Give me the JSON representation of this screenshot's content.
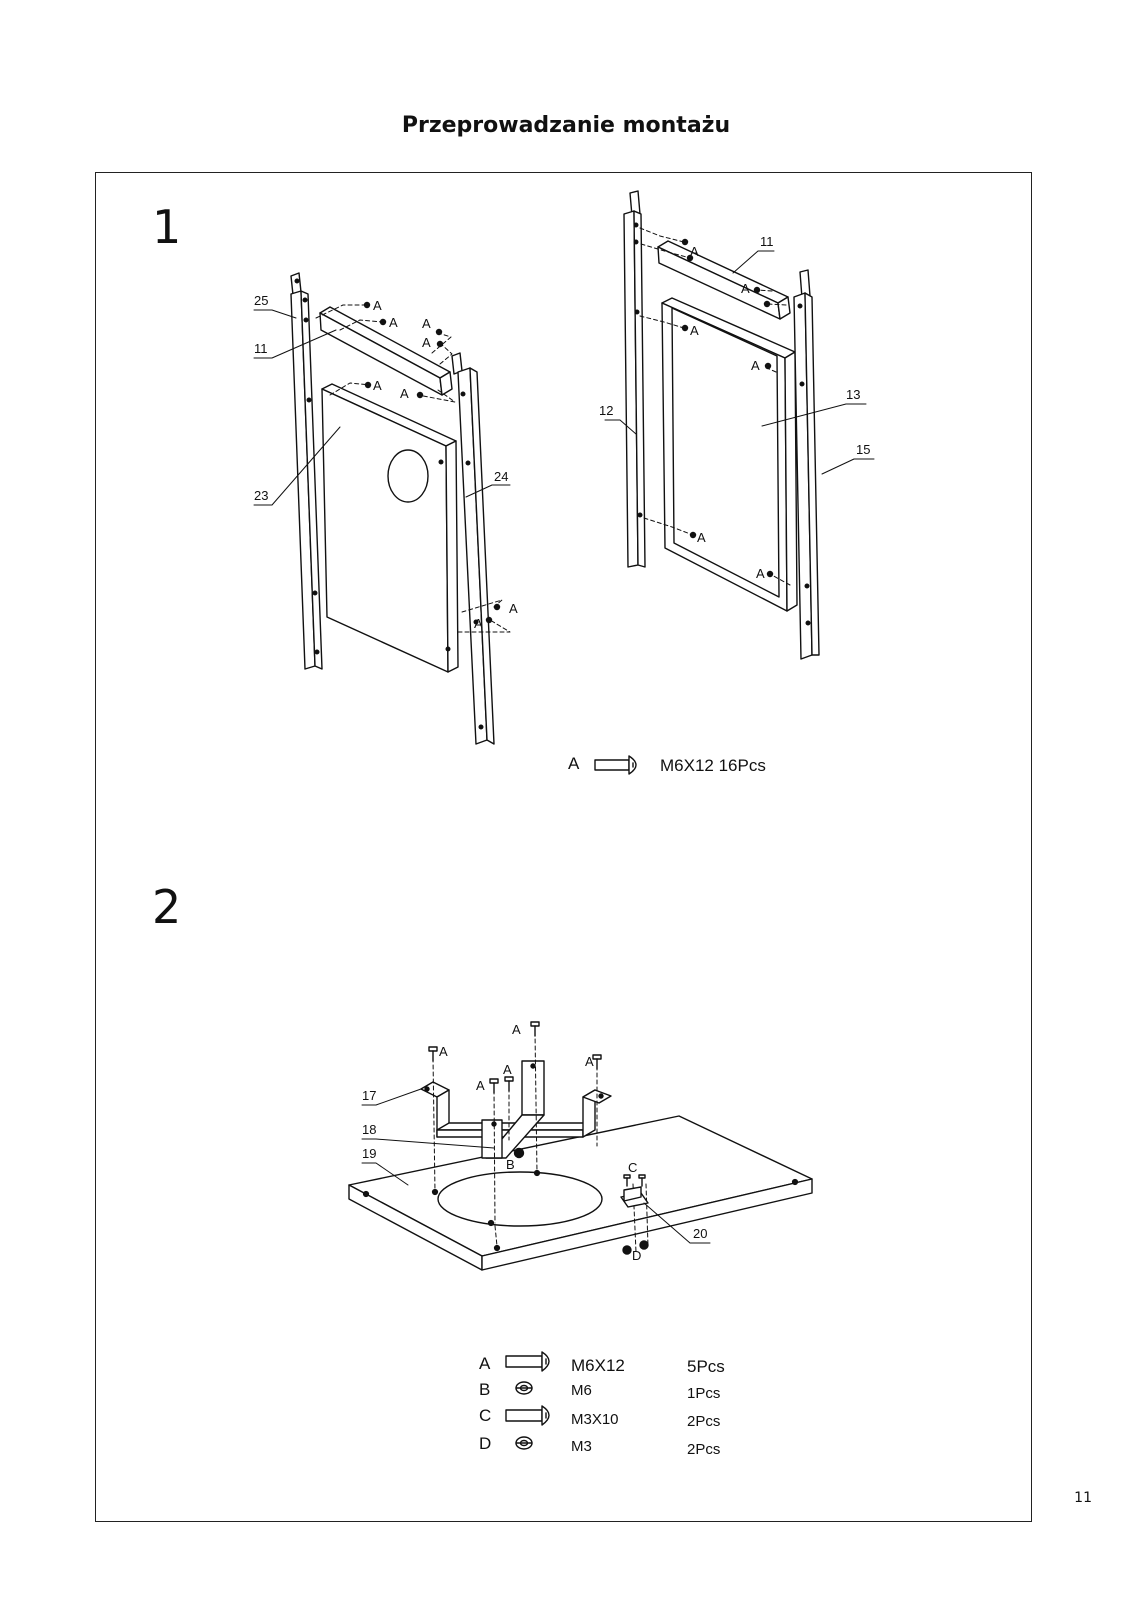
{
  "title": "Przeprowadzanie montażu",
  "page_number": "11",
  "step1": {
    "number": "1",
    "part_labels": {
      "p25": "25",
      "p11a": "11",
      "p23": "23",
      "p24": "24",
      "p11b": "11",
      "p12": "12",
      "p13": "13",
      "p15": "15"
    },
    "screw_letter": "A",
    "hardware": {
      "letter": "A",
      "text": "M6X12 16Pcs"
    }
  },
  "step2": {
    "number": "2",
    "part_labels": {
      "p17": "17",
      "p18": "18",
      "p19": "19",
      "p20": "20"
    },
    "hardware_letters": {
      "b": "B",
      "c": "C",
      "d": "D"
    },
    "hardware_list": [
      {
        "letter": "A",
        "size": "M6X12",
        "qty": "5Pcs"
      },
      {
        "letter": "B",
        "size": "M6",
        "qty": "1Pcs"
      },
      {
        "letter": "C",
        "size": "M3X10",
        "qty": "2Pcs"
      },
      {
        "letter": "D",
        "size": "M3",
        "qty": "2Pcs"
      }
    ]
  }
}
